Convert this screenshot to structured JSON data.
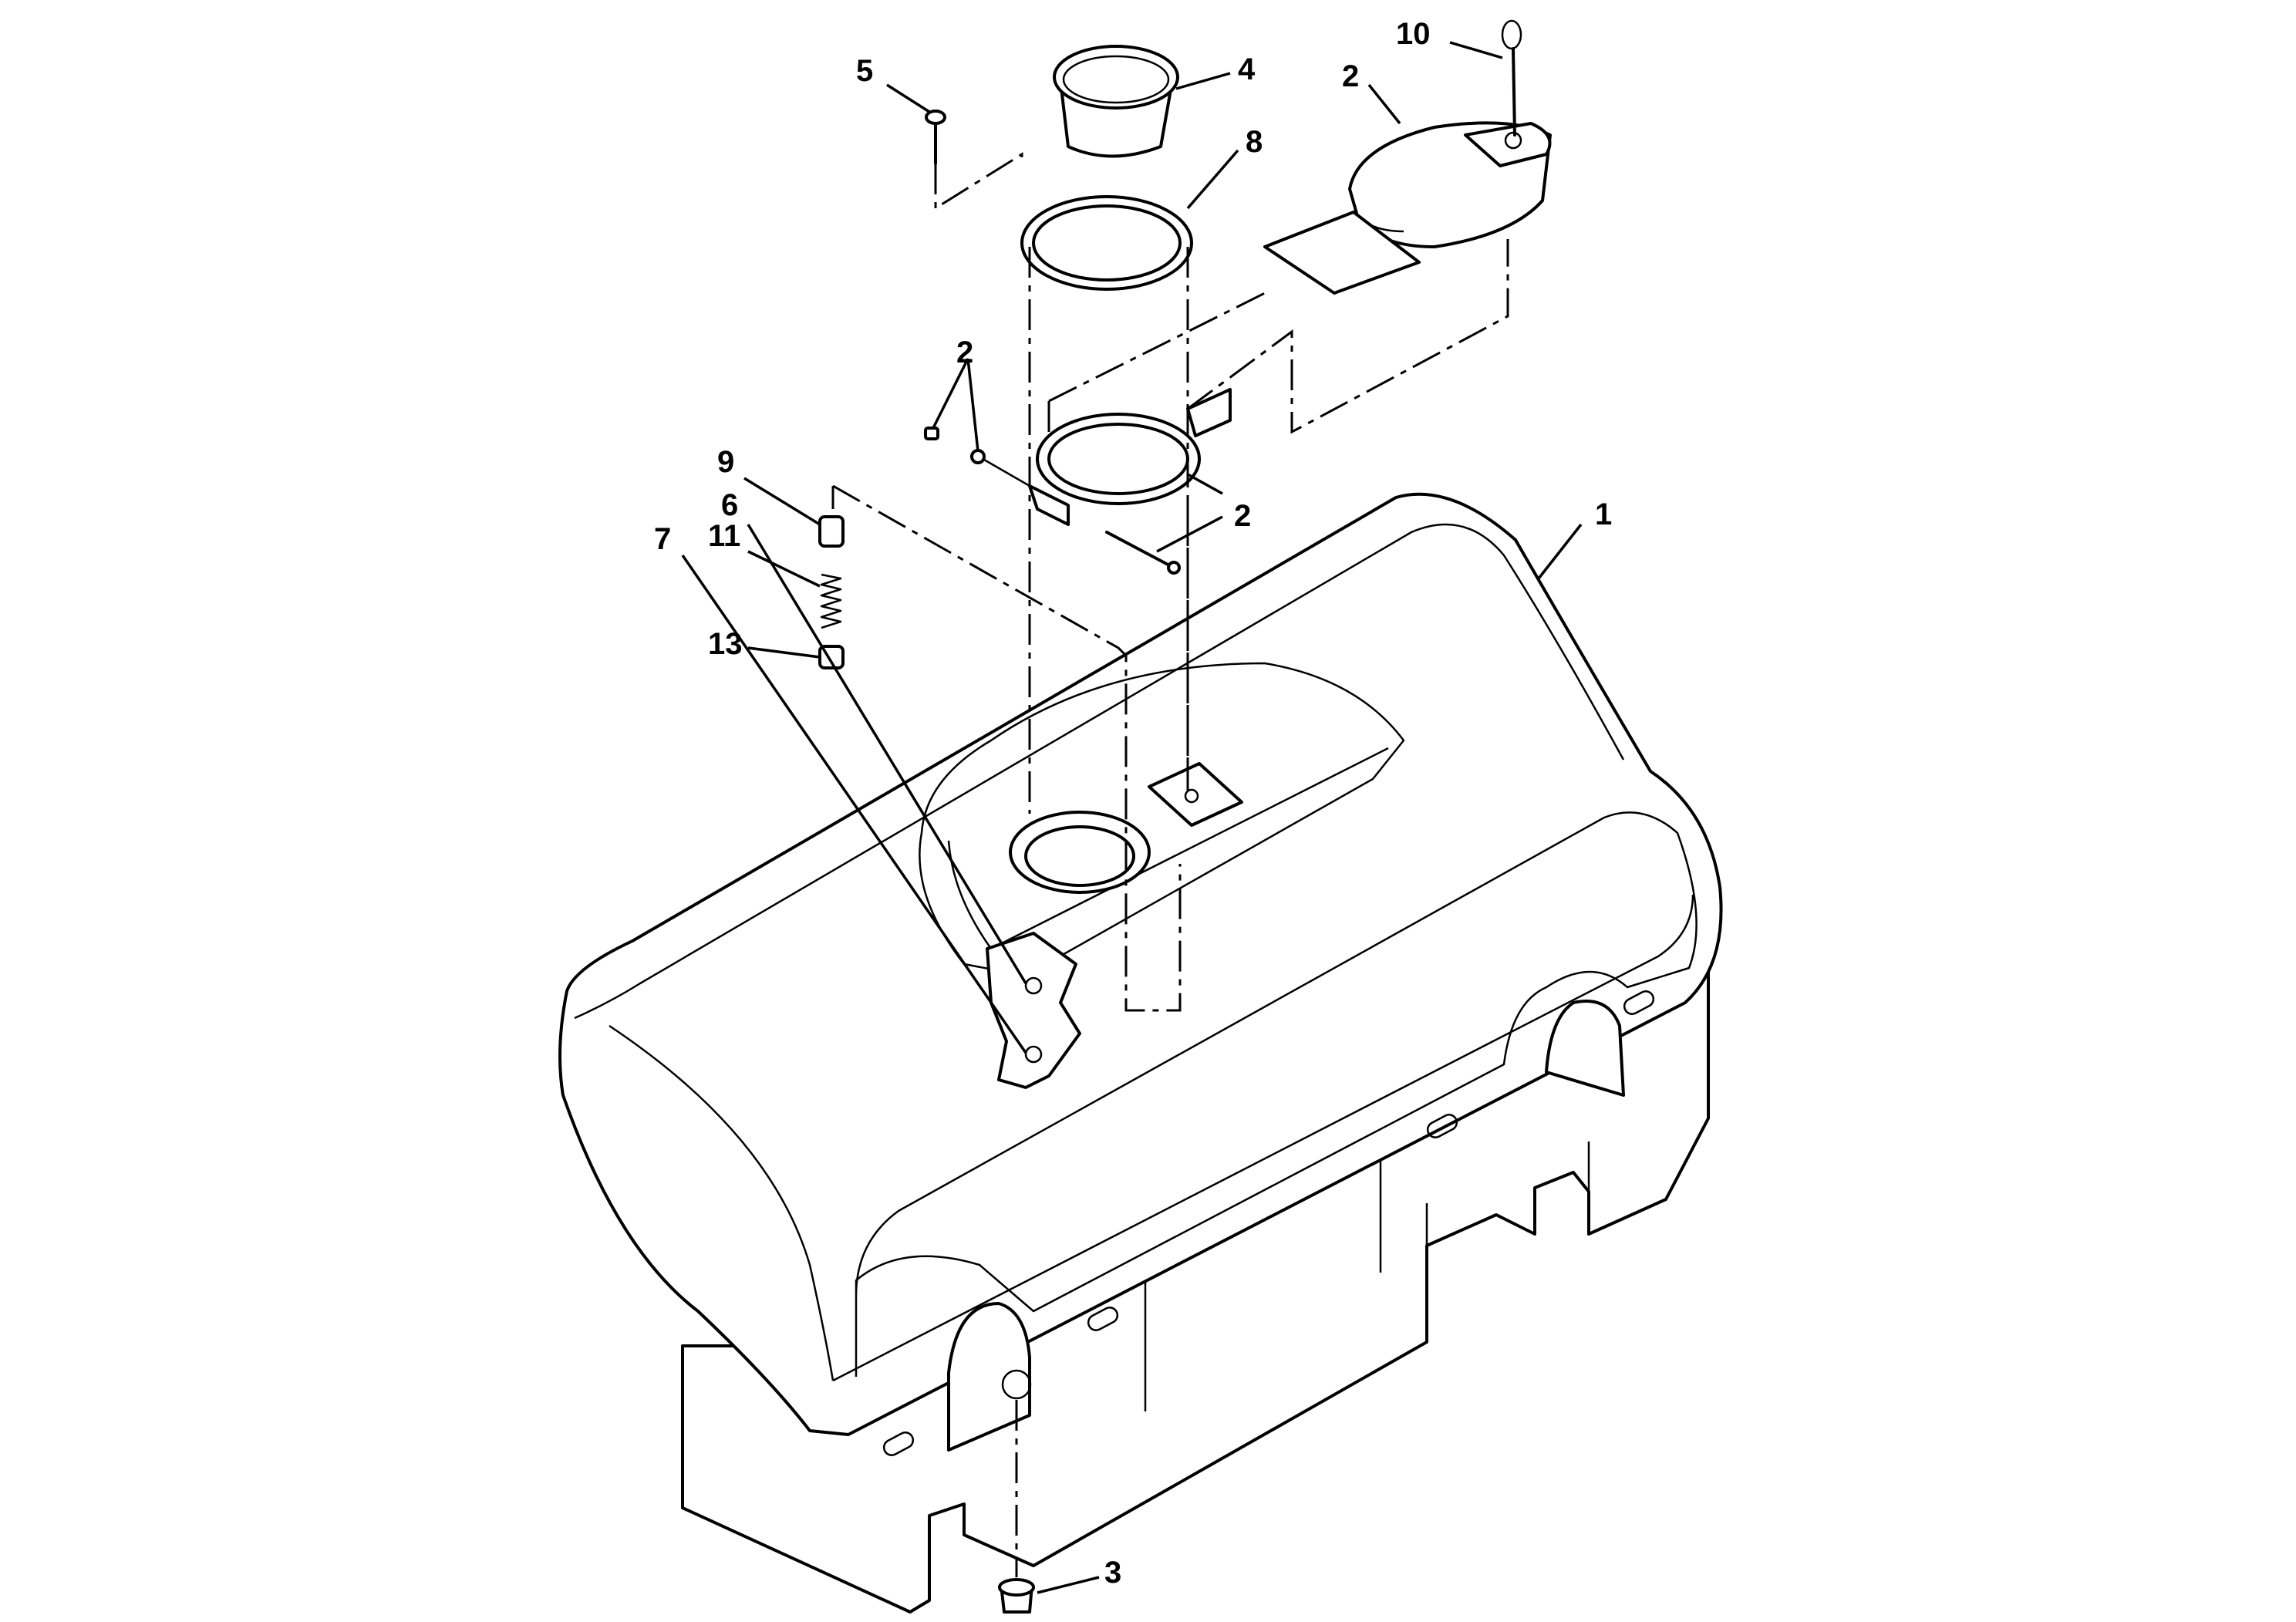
{
  "callouts": {
    "c1": "1",
    "c2_cap": "2",
    "c2_nut": "2",
    "c2_bolt": "2",
    "c3": "3",
    "c4": "4",
    "c5": "5",
    "c6": "6",
    "c7": "7",
    "c8": "8",
    "c9": "9",
    "c10": "10",
    "c11": "11",
    "c13": "13"
  }
}
